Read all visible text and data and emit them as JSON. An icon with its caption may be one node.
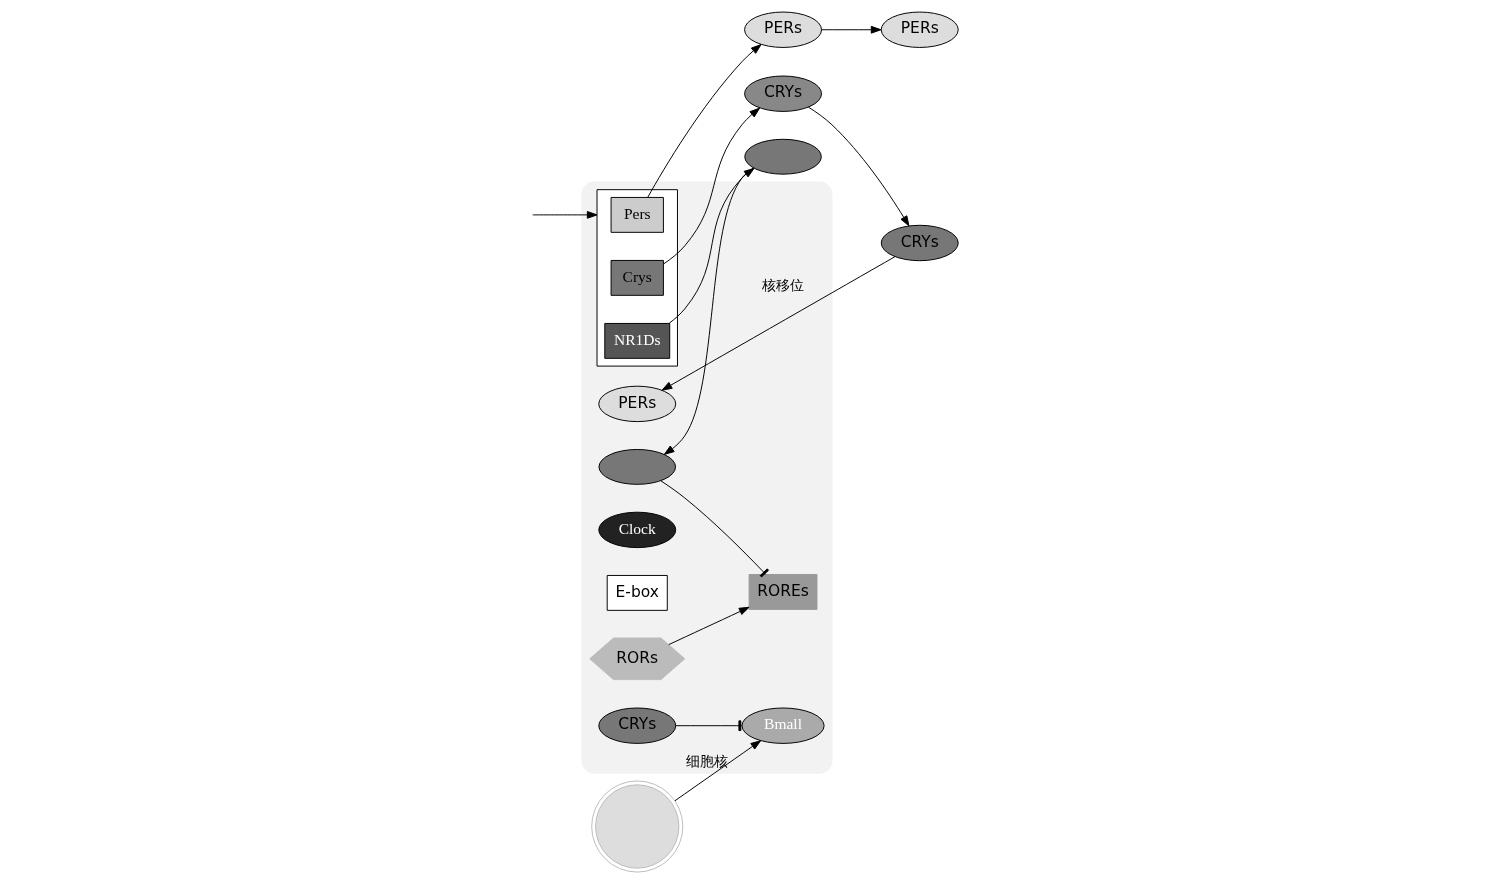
{
  "diagram": {
    "nodes": [
      {
        "text": [
          "细胞核"
        ]
      },
      {
        "text": [],
        "shape": "circle"
      },
      {
        "text": [
          "CRYs"
        ],
        "in": 0
      },
      {
        "text": [
          "PERs"
        ],
        "in": 0
      },
      {
        "text": [
          "CRYs"
        ]
      },
      {
        "text": [
          "PERs"
        ]
      },
      {
        "text": [
          "ROREs"
        ],
        "in": 0
      },
      {
        "text": [
          "Bmall"
        ],
        "in": 0
      },
      {
        "text": [
          "Clock"
        ],
        "in": 0
      },
      {
        "text": [
          "E-box"
        ],
        "in": 0
      },
      {
        "text": [
          "RORs"
        ],
        "in": 0
      },
      {
        "text": [],
        "shape": "ellipse",
        "in": 0
      },
      {
        "text": [],
        "shape": "box",
        "in": 0
      },
      {
        "text": [
          "Crys"
        ],
        "in": 12
      },
      {
        "text": [
          "Pers"
        ],
        "in": 12
      },
      {
        "text": [
          "NR1Ds"
        ],
        "in": 12
      },
      {
        "text": [
          "CRYs"
        ]
      },
      {
        "text": [
          "PERs"
        ]
      },
      {
        "text": [],
        "shape": "ellipse"
      }
    ],
    "edges": [
      {
        "from": 1,
        "to": 7,
        "arrow": "to"
      },
      {
        "from": 2,
        "to": 7,
        "arrow": "other"
      },
      {
        "from": null,
        "to": 12,
        "arrow": "to"
      },
      {
        "from": 10,
        "to": 6,
        "arrow": "to"
      },
      {
        "from": 11,
        "to": 6,
        "arrow": "other"
      },
      {
        "from": 13,
        "to": 16,
        "arrow": "to"
      },
      {
        "from": 14,
        "to": 17,
        "arrow": "to"
      },
      {
        "from": 15,
        "to": 18,
        "arrow": "to"
      },
      {
        "from": 16,
        "to": 4,
        "arrow": "to"
      },
      {
        "from": 17,
        "to": 5,
        "arrow": "to"
      },
      {
        "from": 4,
        "to": 3,
        "arrow": "to",
        "label": "核移位"
      },
      {
        "from": 18,
        "to": 11,
        "arrow": "to"
      }
    ]
  }
}
